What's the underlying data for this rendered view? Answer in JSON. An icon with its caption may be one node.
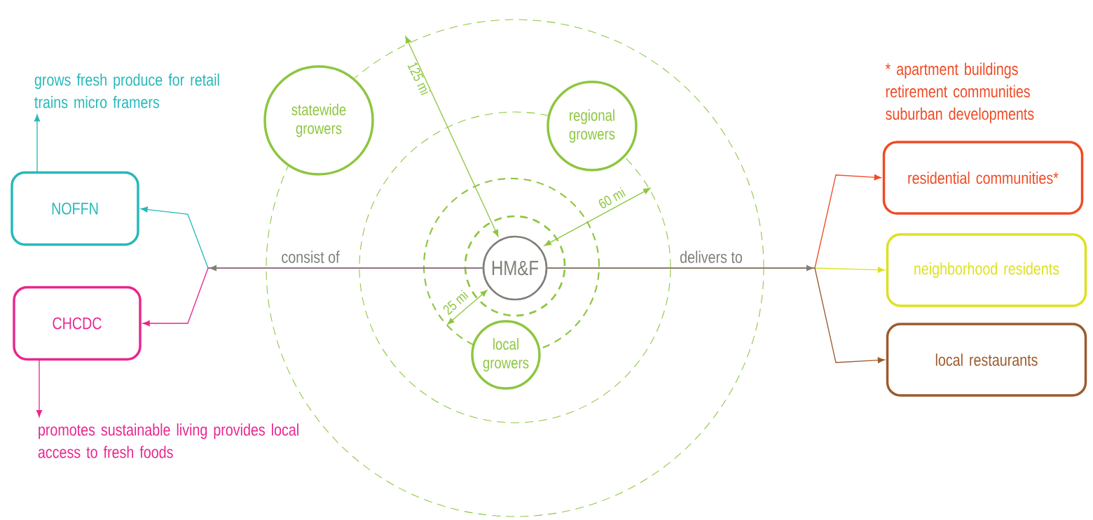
{
  "diagram": {
    "nodes": [
      {
        "text": [
          "HM&F"
        ]
      },
      {
        "text": [
          "statewide growers"
        ]
      },
      {
        "text": [
          "regional growers"
        ]
      },
      {
        "text": [
          "local growers"
        ]
      },
      {
        "text": [
          "NOFFN"
        ]
      },
      {
        "text": [
          "CHCDC"
        ]
      },
      {
        "text": [
          "residential communities*"
        ]
      },
      {
        "text": [
          "neighborhood residents"
        ]
      },
      {
        "text": [
          "local restaurants"
        ]
      },
      {
        "text": [
          "grows fresh produce for retail trains micro framers"
        ]
      },
      {
        "text": [
          "promotes sustainable living provides local access to fresh foods"
        ]
      }
    ],
    "edges": [
      {
        "from": 0,
        "to": 4,
        "arrow": "to",
        "label": "consist of",
        "color": "#26b8b8"
      },
      {
        "from": 0,
        "to": 5,
        "arrow": "to",
        "color": "#e8268e"
      },
      {
        "from": 0,
        "to": 6,
        "arrow": "to",
        "label": "delivers to",
        "color": "#ef4a24"
      },
      {
        "from": 0,
        "to": 7,
        "arrow": "to",
        "color": "#dde11e"
      },
      {
        "from": 0,
        "to": 8,
        "arrow": "to",
        "color": "#9c5a2c"
      },
      {
        "from": 4,
        "to": 9,
        "arrow": "to",
        "color": "#26b8b8"
      },
      {
        "from": 5,
        "to": 10,
        "arrow": "to",
        "color": "#e8268e"
      }
    ],
    "labels": [
      "125 mi",
      "60 mi",
      "25 mi",
      "* apartment buildings retirement communities suburban developments"
    ]
  }
}
